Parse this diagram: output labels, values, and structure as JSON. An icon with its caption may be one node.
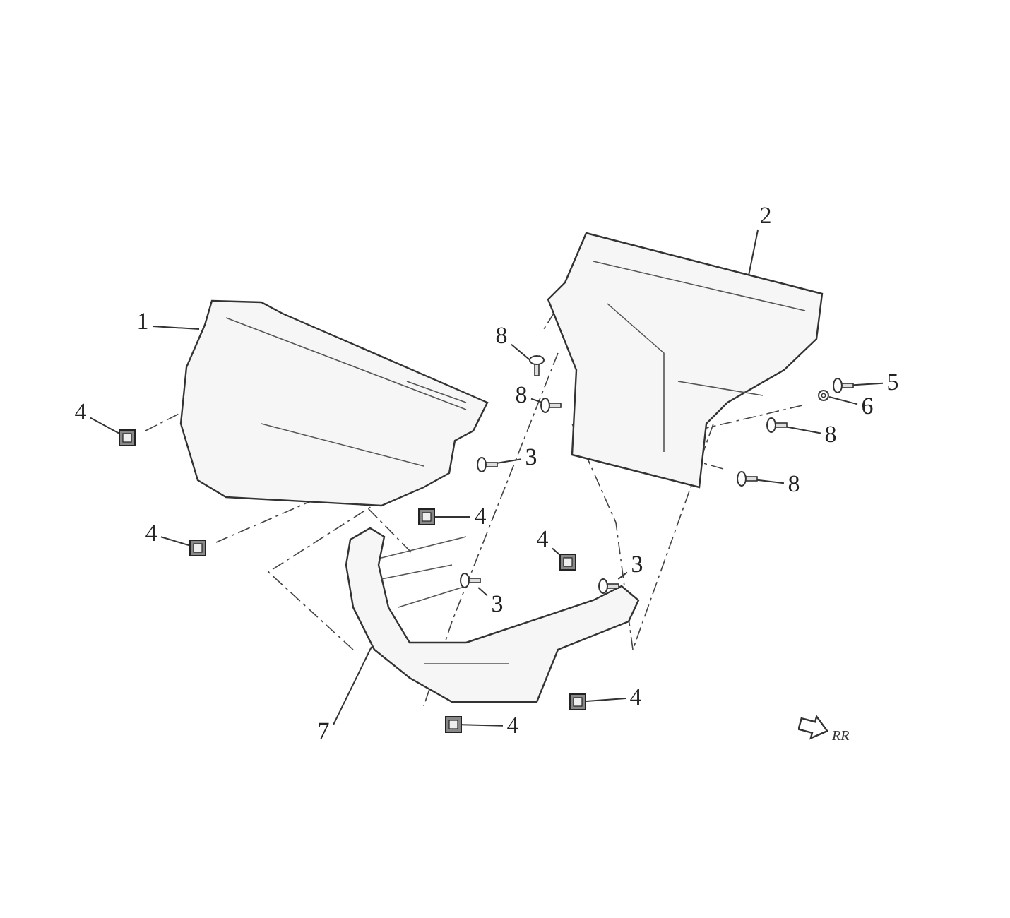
{
  "diagram": {
    "nodes": [
      {
        "text": [],
        "shape": "picture"
      },
      {
        "text": [],
        "shape": "picture"
      },
      {
        "text": [],
        "shape": "picture"
      },
      {
        "text": [
          "1"
        ]
      },
      {
        "text": [
          "2"
        ]
      },
      {
        "text": [
          "7"
        ]
      },
      {
        "text": [
          "4"
        ]
      },
      {
        "text": [],
        "shape": "clip"
      },
      {
        "text": [
          "4"
        ]
      },
      {
        "text": [],
        "shape": "clip"
      },
      {
        "text": [
          "3"
        ]
      },
      {
        "text": [],
        "shape": "screw"
      },
      {
        "text": [
          "4"
        ]
      },
      {
        "text": [],
        "shape": "clip"
      },
      {
        "text": [
          "4"
        ]
      },
      {
        "text": [],
        "shape": "clip"
      },
      {
        "text": [
          "3"
        ]
      },
      {
        "text": [],
        "shape": "screw"
      },
      {
        "text": [
          "3"
        ]
      },
      {
        "text": [],
        "shape": "screw"
      },
      {
        "text": [
          "4"
        ]
      },
      {
        "text": [],
        "shape": "clip"
      },
      {
        "text": [
          "4"
        ]
      },
      {
        "text": [],
        "shape": "clip"
      },
      {
        "text": [
          "8"
        ]
      },
      {
        "text": [],
        "shape": "screw"
      },
      {
        "text": [
          "8"
        ]
      },
      {
        "text": [],
        "shape": "screw"
      },
      {
        "text": [
          "8"
        ]
      },
      {
        "text": [],
        "shape": "screw"
      },
      {
        "text": [
          "8"
        ]
      },
      {
        "text": [],
        "shape": "screw"
      },
      {
        "text": [
          "5"
        ]
      },
      {
        "text": [],
        "shape": "screw"
      },
      {
        "text": [
          "6"
        ]
      },
      {
        "text": [],
        "shape": "washer"
      }
    ],
    "edges": [
      {
        "from": 3,
        "to": 0,
        "arrow": "none"
      },
      {
        "from": 4,
        "to": 1,
        "arrow": "none"
      },
      {
        "from": 5,
        "to": 2,
        "arrow": "none"
      },
      {
        "from": 6,
        "to": 7,
        "arrow": "none"
      },
      {
        "from": 8,
        "to": 9,
        "arrow": "none"
      },
      {
        "from": 10,
        "to": 11,
        "arrow": "none"
      },
      {
        "from": 12,
        "to": 13,
        "arrow": "none"
      },
      {
        "from": 14,
        "to": 15,
        "arrow": "none"
      },
      {
        "from": 16,
        "to": 17,
        "arrow": "none"
      },
      {
        "from": 18,
        "to": 19,
        "arrow": "none"
      },
      {
        "from": 20,
        "to": 21,
        "arrow": "none"
      },
      {
        "from": 22,
        "to": 23,
        "arrow": "none"
      },
      {
        "from": 24,
        "to": 25,
        "arrow": "none"
      },
      {
        "from": 26,
        "to": 27,
        "arrow": "none"
      },
      {
        "from": 28,
        "to": 29,
        "arrow": "none"
      },
      {
        "from": 30,
        "to": 31,
        "arrow": "none"
      },
      {
        "from": 32,
        "to": 33,
        "arrow": "none"
      },
      {
        "from": 34,
        "to": 35,
        "arrow": "none"
      }
    ],
    "labels": [
      "RR"
    ]
  }
}
